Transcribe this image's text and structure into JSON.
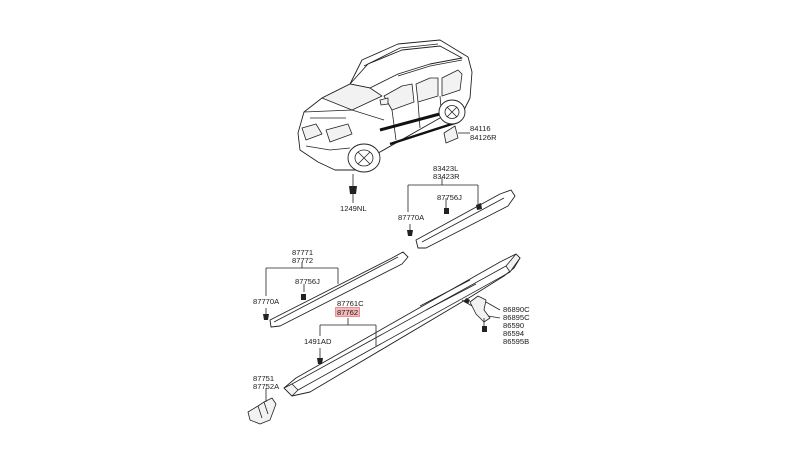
{
  "diagram": {
    "labels": {
      "mld_front_lh": "87771",
      "mld_front_rh": "87772",
      "mld_rear_lh": "83423L",
      "mld_rear_rh": "83423R",
      "clip_upper_rear": "87756J",
      "clip_upper_front": "87756J",
      "fastener_rear": "87770A",
      "fastener_front": "87770A",
      "garnish_lh": "87761C",
      "garnish_rh": "87762",
      "screw_garnish": "1491AD",
      "fender_guard_lh": "87751",
      "fender_guard_rh": "87752A",
      "bracket_1": "86890C",
      "bracket_2": "86895C",
      "bracket_3": "86590",
      "bracket_4": "86594",
      "bracket_5": "86595B",
      "bolt_car": "1249NL",
      "cover_lh": "84116",
      "cover_rh": "84126R"
    },
    "highlighted_part": "87762",
    "highlight_color": "#f6b9b9"
  }
}
